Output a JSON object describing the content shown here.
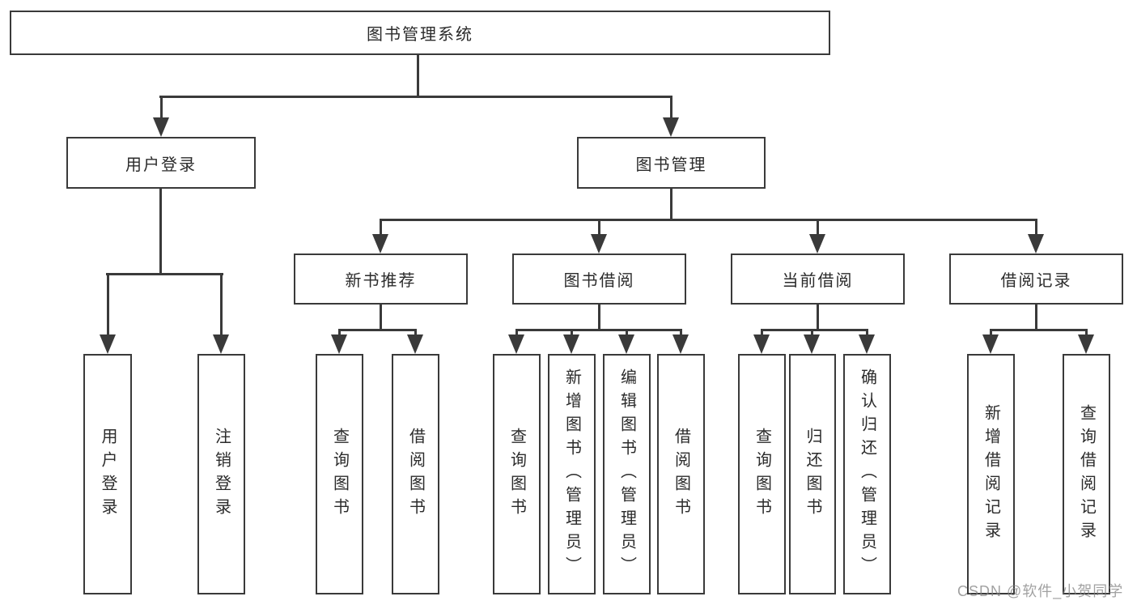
{
  "tree": {
    "label": "图书管理系统",
    "children": [
      {
        "label": "用户登录",
        "children": [
          {
            "label": "用户登录"
          },
          {
            "label": "注销登录"
          }
        ]
      },
      {
        "label": "图书管理",
        "children": [
          {
            "label": "新书推荐",
            "children": [
              {
                "label": "查询图书"
              },
              {
                "label": "借阅图书"
              }
            ]
          },
          {
            "label": "图书借阅",
            "children": [
              {
                "label": "查询图书"
              },
              {
                "label": "新增图书（管理员）"
              },
              {
                "label": "编辑图书（管理员）"
              },
              {
                "label": "借阅图书"
              }
            ]
          },
          {
            "label": "当前借阅",
            "children": [
              {
                "label": "查询图书"
              },
              {
                "label": "归还图书"
              },
              {
                "label": "确认归还（管理员）"
              }
            ]
          },
          {
            "label": "借阅记录",
            "children": [
              {
                "label": "新增借阅记录"
              },
              {
                "label": "查询借阅记录"
              }
            ]
          }
        ]
      }
    ]
  },
  "watermark": "CSDN @软件_小贺同学",
  "colors": {
    "line": "#3a3a3a",
    "text": "#2b2b2b",
    "background": "#ffffff",
    "watermark": "#828282"
  }
}
